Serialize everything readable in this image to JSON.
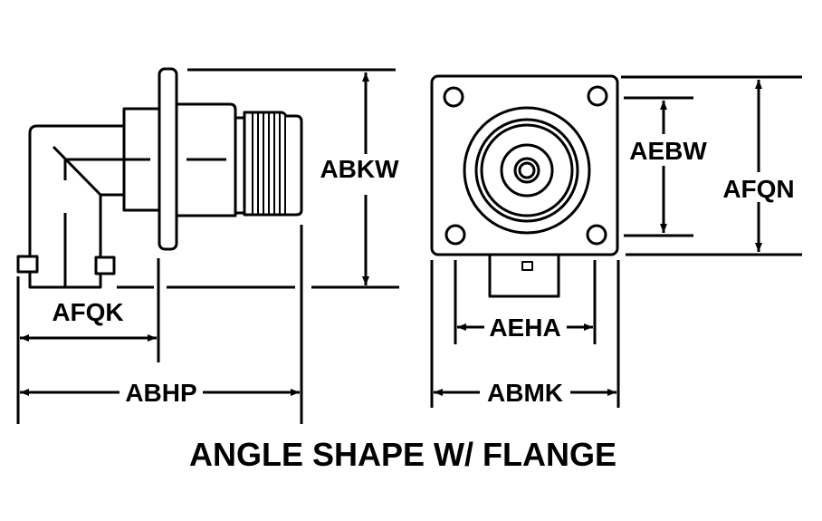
{
  "title": "ANGLE SHAPE W/ FLANGE",
  "dimensions": {
    "abkw": "ABKW",
    "afqk": "AFQK",
    "abhp": "ABHP",
    "aebw": "AEBW",
    "afqn": "AFQN",
    "aeha": "AEHA",
    "abmk": "ABMK"
  },
  "colors": {
    "ink": "#000000",
    "background": "#ffffff"
  }
}
